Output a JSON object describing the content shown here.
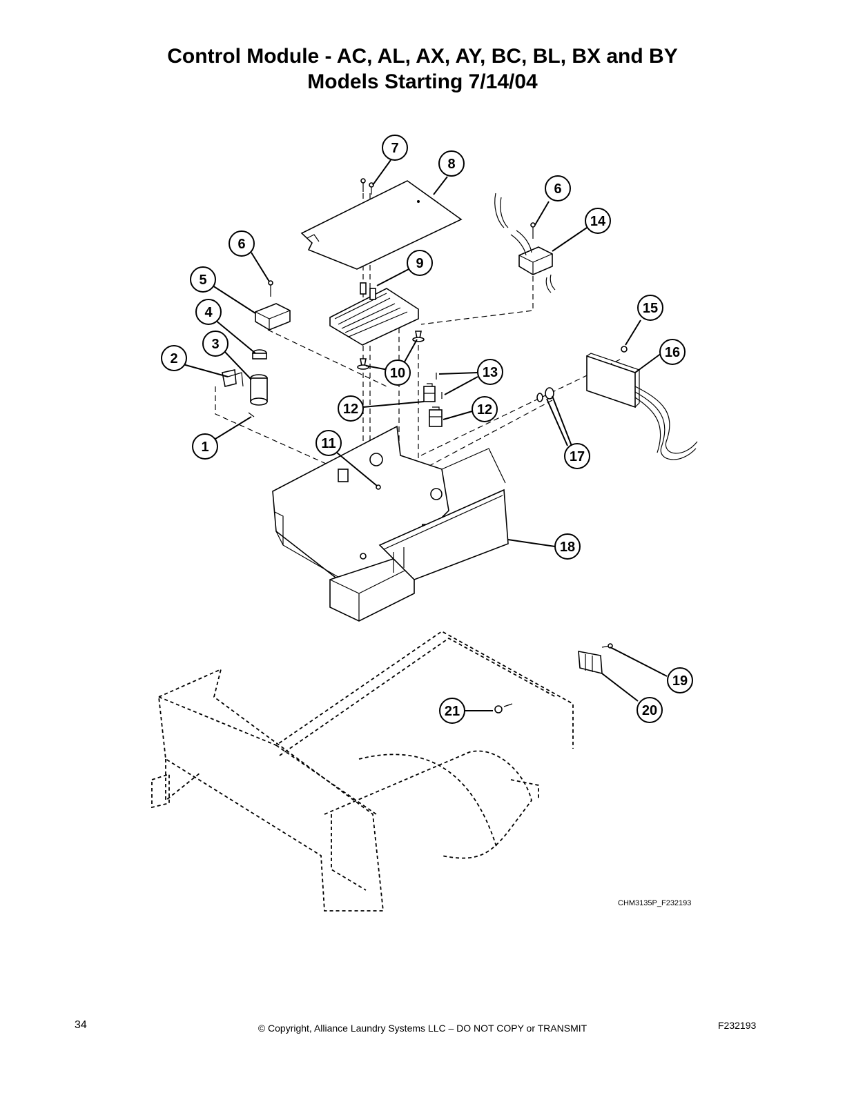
{
  "title_line1": "Control Module - AC, AL, AX, AY, BC, BL, BX and BY",
  "title_line2": "Models Starting 7/14/04",
  "callouts": [
    "1",
    "2",
    "3",
    "4",
    "5",
    "6",
    "6",
    "7",
    "8",
    "9",
    "10",
    "11",
    "12",
    "12",
    "13",
    "14",
    "15",
    "16",
    "17",
    "18",
    "19",
    "20",
    "21"
  ],
  "drawing_id": "CHM3135P_F232193",
  "footer": {
    "page_number": "34",
    "copyright": "© Copyright, Alliance Laundry Systems LLC – DO NOT COPY or TRANSMIT",
    "doc_number": "F232193"
  }
}
